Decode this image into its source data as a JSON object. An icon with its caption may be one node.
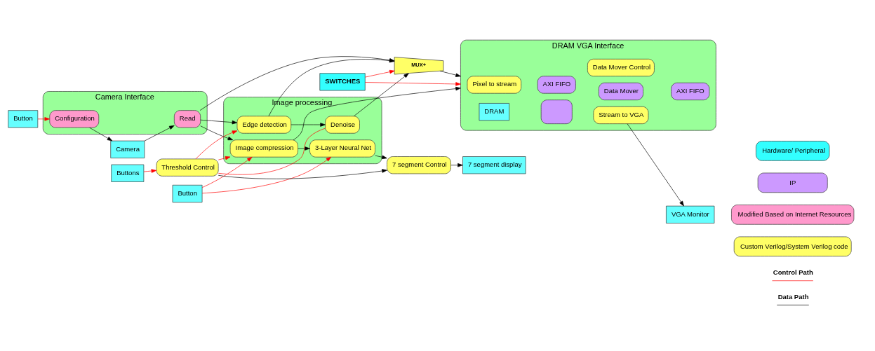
{
  "diagram": {
    "nodes": [
      {
        "text": [
          "Button"
        ]
      },
      {
        "text": [
          "Camera Interface"
        ]
      },
      {
        "text": [
          "Configuration"
        ],
        "in": 1
      },
      {
        "text": [
          "Read"
        ],
        "in": 1
      },
      {
        "text": [
          "Camera"
        ]
      },
      {
        "text": [
          "Image processing"
        ]
      },
      {
        "text": [
          "Edge detection"
        ],
        "in": 5
      },
      {
        "text": [
          "Denoise"
        ],
        "in": 5
      },
      {
        "text": [
          "Image compression"
        ],
        "in": 5
      },
      {
        "text": [
          "3-Layer Neural Net"
        ],
        "in": 5
      },
      {
        "text": [
          "Button"
        ]
      },
      {
        "text": [
          "SWITCHES"
        ]
      },
      {
        "text": [
          "MUX+"
        ]
      },
      {
        "text": [
          "DRAM VGA Interface"
        ]
      },
      {
        "text": [
          "Data Mover Control"
        ],
        "in": 13
      },
      {
        "text": [
          "Pixel to stream"
        ],
        "in": 13
      },
      {
        "text": [
          "AXI FIFO"
        ],
        "in": 13
      },
      {
        "text": [
          "Data Mover"
        ],
        "in": 13
      },
      {
        "text": [
          "AXI FIFO"
        ],
        "in": 13
      },
      {
        "text": [
          "DRAM"
        ],
        "in": 13
      },
      {
        "text": [],
        "shape": "box",
        "in": 13
      },
      {
        "text": [
          "Stream to VGA"
        ],
        "in": 13
      },
      {
        "text": [
          "VGA Monitor"
        ]
      },
      {
        "text": [
          "Threshold Control"
        ]
      },
      {
        "text": [
          "Buttons"
        ]
      },
      {
        "text": [
          "7 segment Control"
        ]
      },
      {
        "text": [
          "7 segment display"
        ]
      }
    ],
    "edges": [
      {
        "from": 0,
        "to": 2,
        "arrow": "to",
        "color": "#ff0000"
      },
      {
        "from": 2,
        "to": 4,
        "arrow": "to"
      },
      {
        "from": 4,
        "to": 3,
        "arrow": "to"
      },
      {
        "from": 3,
        "to": 6,
        "arrow": "to"
      },
      {
        "from": 3,
        "to": 12,
        "arrow": "to"
      },
      {
        "from": 3,
        "to": 8,
        "arrow": "to"
      },
      {
        "from": 6,
        "to": 7,
        "arrow": "to"
      },
      {
        "from": 7,
        "to": 12,
        "arrow": "to"
      },
      {
        "from": 6,
        "to": 12,
        "arrow": "to"
      },
      {
        "from": 12,
        "to": 13,
        "arrow": "to"
      },
      {
        "from": 8,
        "to": 13,
        "arrow": "to"
      },
      {
        "from": 8,
        "to": 9,
        "arrow": "to"
      },
      {
        "from": 23,
        "to": 6,
        "arrow": "to",
        "color": "#ff0000"
      },
      {
        "from": 23,
        "to": 7,
        "arrow": "none",
        "color": "#ff0000"
      },
      {
        "from": 23,
        "to": 8,
        "arrow": "to",
        "color": "#ff0000"
      },
      {
        "from": 10,
        "to": 9,
        "arrow": "to",
        "color": "#ff0000"
      },
      {
        "from": 10,
        "to": 8,
        "arrow": "to",
        "color": "#ff0000"
      },
      {
        "from": 24,
        "to": 23,
        "arrow": "to",
        "color": "#ff0000"
      },
      {
        "from": 11,
        "to": 12,
        "arrow": "to",
        "color": "#ff0000"
      },
      {
        "from": 11,
        "to": 13,
        "arrow": "to",
        "color": "#ff0000"
      },
      {
        "from": 9,
        "to": 25,
        "arrow": "to"
      },
      {
        "from": 23,
        "to": 25,
        "arrow": "to"
      },
      {
        "from": 25,
        "to": 26,
        "arrow": "to"
      },
      {
        "from": 21,
        "to": 22,
        "arrow": "to"
      }
    ],
    "legend": [
      {
        "text": "Data Path"
      },
      {
        "text": "Control Path"
      },
      {
        "text": "Custom Verilog/System Verilog code",
        "color": "#ffff66"
      },
      {
        "text": "Modified Based on Internet Resources",
        "color": "#ff99cc"
      },
      {
        "text": "IP",
        "color": "#cc99ff"
      },
      {
        "text": "Hardware/ Peripheral",
        "color": "#33ffff"
      }
    ]
  }
}
